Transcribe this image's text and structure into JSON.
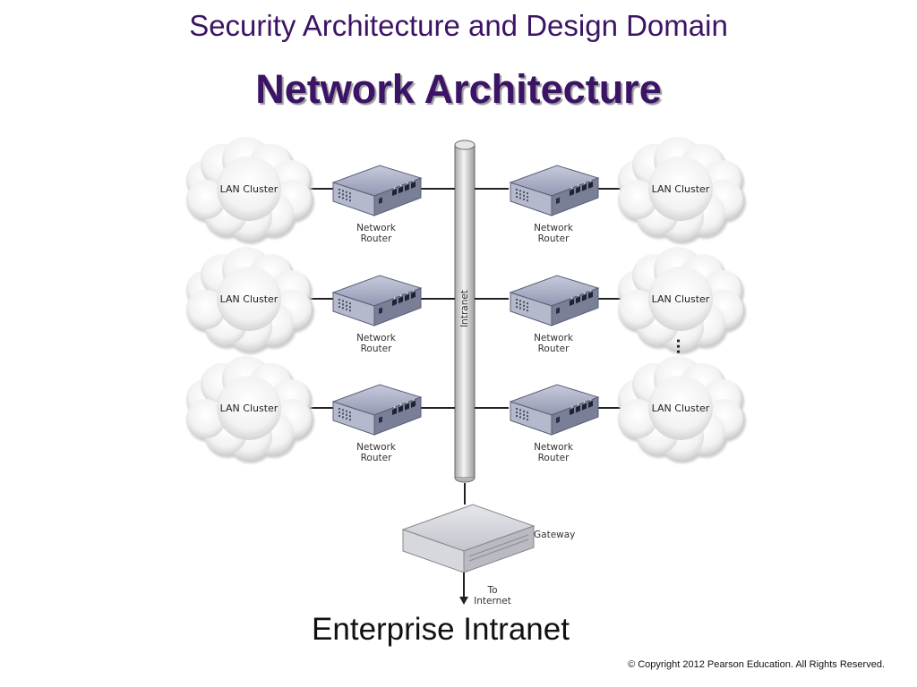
{
  "header": {
    "domain_title": "Security Architecture and Design Domain",
    "slide_title": "Network Architecture"
  },
  "diagram": {
    "backbone_label": "Intranet",
    "lan_label": "LAN Cluster",
    "router_label_line1": "Network",
    "router_label_line2": "Router",
    "gateway_label": "Gateway",
    "internet_label_line1": "To",
    "internet_label_line2": "Internet",
    "rows_per_side": 3,
    "continuation_marker": "..."
  },
  "caption": "Enterprise Intranet",
  "footer": {
    "copyright": "© Copyright 2012 Pearson Education. All Rights Reserved."
  }
}
